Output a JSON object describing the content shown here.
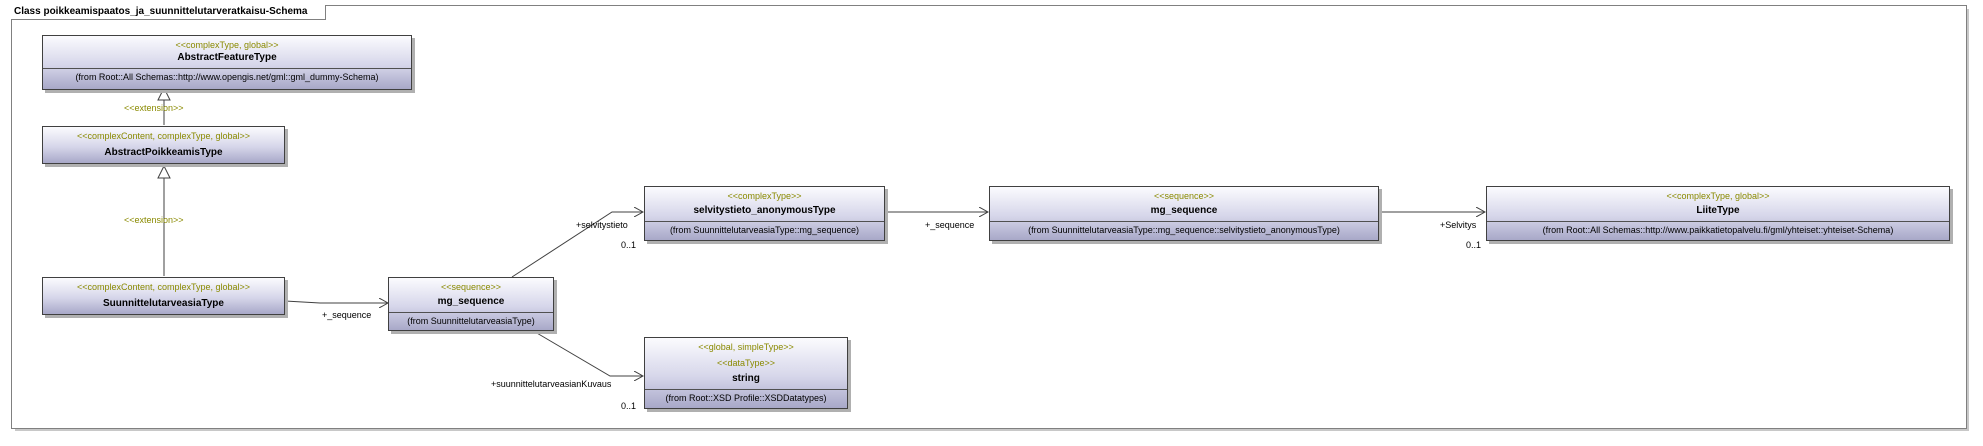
{
  "frame": {
    "title": "Class poikkeamispaatos_ja_suunnittelutarveratkaisu-Schema"
  },
  "classes": {
    "abstract_feature": {
      "stereotype": "<<complexType, global>>",
      "name": "AbstractFeatureType",
      "from": "(from Root::All Schemas::http://www.opengis.net/gml::gml_dummy-Schema)"
    },
    "abstract_poikkeamis": {
      "stereotype": "<<complexContent, complexType, global>>",
      "name": "AbstractPoikkeamisType"
    },
    "suunnittelutarveasia": {
      "stereotype": "<<complexContent, complexType, global>>",
      "name": "SuunnittelutarveasiaType"
    },
    "mg_sequence_1": {
      "stereotype": "<<sequence>>",
      "name": "mg_sequence",
      "from": "(from SuunnittelutarveasiaType)"
    },
    "selvitystieto": {
      "stereotype": "<<complexType>>",
      "name": "selvitystieto_anonymousType",
      "from": "(from SuunnittelutarveasiaType::mg_sequence)"
    },
    "mg_sequence_2": {
      "stereotype": "<<sequence>>",
      "name": "mg_sequence",
      "from": "(from SuunnittelutarveasiaType::mg_sequence::selvitystieto_anonymousType)"
    },
    "liite": {
      "stereotype": "<<complexType, global>>",
      "name": "LiiteType",
      "from": "(from Root::All Schemas::http://www.paikkatietopalvelu.fi/gml/yhteiset::yhteiset-Schema)"
    },
    "string": {
      "stereotype": "<<global, simpleType>>",
      "stereotype2": "<<dataType>>",
      "name": "string",
      "from": "(from Root::XSD Profile::XSDDatatypes)"
    }
  },
  "relations": {
    "extension_1": "<<extension>>",
    "extension_2": "<<extension>>",
    "seq_role": "+_sequence",
    "selvitystieto_role": "+selvitystieto",
    "selvitystieto_mult": "0..1",
    "seq2_role": "+_sequence",
    "selvitys_role": "+Selvitys",
    "selvitys_mult": "0..1",
    "kuvaus_role": "+suunnittelutarveasianKuvaus",
    "kuvaus_mult": "0..1"
  },
  "colors": {
    "stereotype": "#8a8a00",
    "class_fill_top": "#fbfbfe",
    "class_fill_bottom": "#a8a8c8",
    "line": "#404040"
  }
}
